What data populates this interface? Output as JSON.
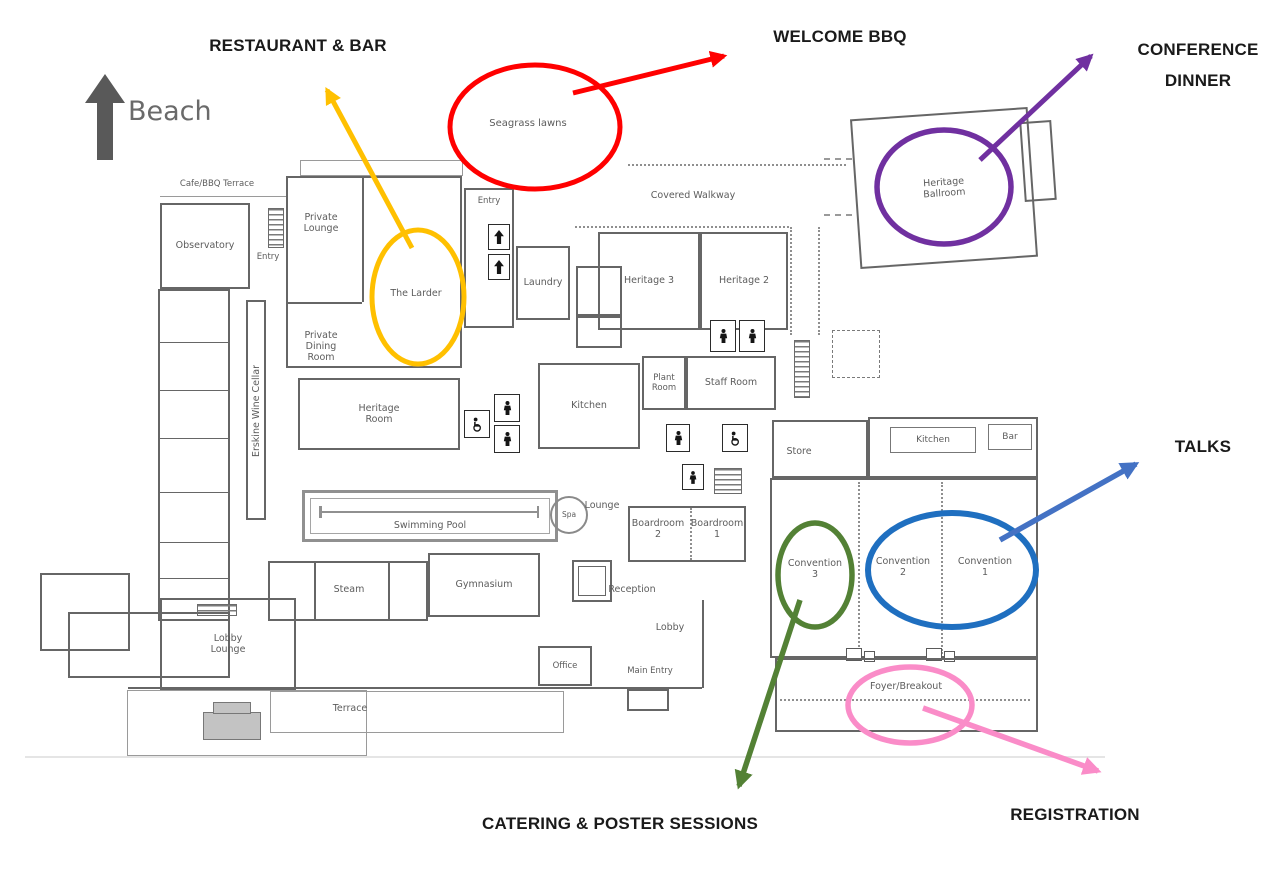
{
  "title": "Venue floor plan with conference event annotations",
  "compass": {
    "label": "Beach",
    "arrow_color": "#595959"
  },
  "annotations": {
    "restaurant_bar": {
      "label": "RESTAURANT & BAR",
      "color": "#FFC000"
    },
    "welcome_bbq": {
      "label": "WELCOME BBQ",
      "color": "#FF0000"
    },
    "conference_dinner": {
      "label": "CONFERENCE DINNER",
      "color": "#7030A0"
    },
    "talks": {
      "label": "TALKS",
      "color": "#4472C4",
      "circle_color": "#1F6FC0"
    },
    "catering_posters": {
      "label": "CATERING & POSTER SESSIONS",
      "color": "#538135"
    },
    "registration": {
      "label": "REGISTRATION",
      "color": "#FA8CC8"
    }
  },
  "rooms": {
    "cafe_bbq_terrace": "Cafe/BBQ Terrace",
    "observatory": "Observatory",
    "entry_west": "Entry",
    "private_lounge": "Private Lounge",
    "the_larder": "The Larder",
    "private_dining_room": "Private Dining Room",
    "seagrass_lawns": "Seagrass lawns",
    "entry_north": "Entry",
    "laundry": "Laundry",
    "covered_walkway": "Covered Walkway",
    "heritage_3": "Heritage 3",
    "heritage_2": "Heritage 2",
    "heritage_ballroom": "Heritage Ballroom",
    "plant_room": "Plant Room",
    "staff_room": "Staff Room",
    "kitchen": "Kitchen",
    "heritage_room": "Heritage Room",
    "erskine_wine_cellar": "Erskine Wine Cellar",
    "swimming_pool": "Swimming Pool",
    "spa": "Spa",
    "lounge": "Lounge",
    "boardroom_2": "Boardroom 2",
    "boardroom_1": "Boardroom 1",
    "steam": "Steam",
    "gymnasium": "Gymnasium",
    "reception": "Reception",
    "lobby": "Lobby",
    "office": "Office",
    "main_entry": "Main Entry",
    "lobby_lounge": "Lobby Lounge",
    "terrace": "Terrace",
    "store": "Store",
    "kitchen_convention": "Kitchen",
    "bar": "Bar",
    "convention_3": "Convention 3",
    "convention_2": "Convention 2",
    "convention_1": "Convention 1",
    "foyer_breakout": "Foyer/Breakout"
  },
  "icons": {
    "beach_arrow": "up-block-arrow",
    "toilet": "person-pictogram",
    "accessible_toilet": "wheelchair-pictogram",
    "stairs": "hatched-stairs",
    "entry_stairs": "black-up-arrow"
  }
}
